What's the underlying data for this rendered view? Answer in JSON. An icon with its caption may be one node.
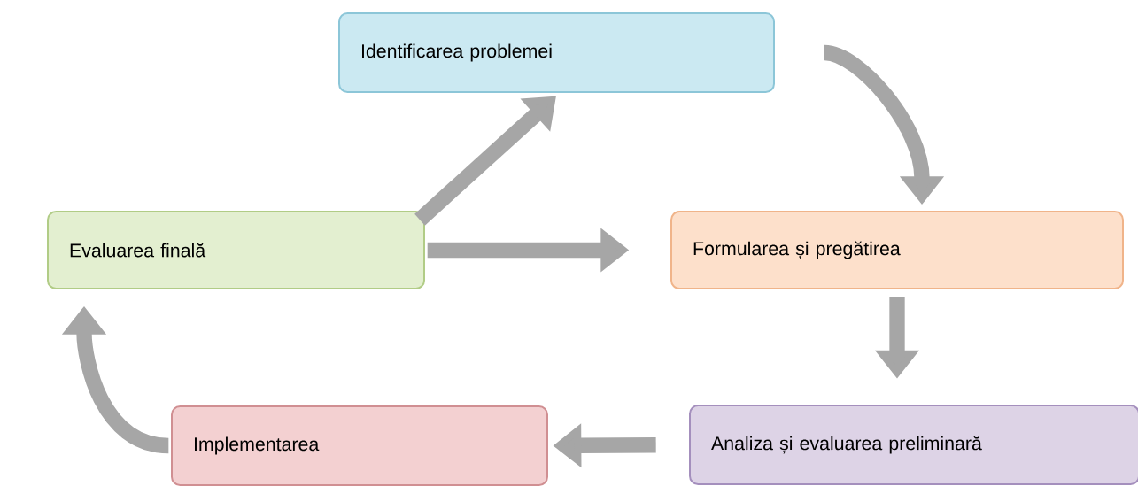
{
  "diagram": {
    "nodes": [
      {
        "text": [
          "Identificarea problemei"
        ]
      },
      {
        "text": [
          "Formularea și pregătirea"
        ]
      },
      {
        "text": [
          "Analiza și evaluarea preliminară"
        ]
      },
      {
        "text": [
          "Implementarea"
        ]
      },
      {
        "text": [
          "Evaluarea finală"
        ]
      }
    ],
    "edges": [
      {
        "from": 0,
        "to": 1,
        "arrow": "to"
      },
      {
        "from": 1,
        "to": 2,
        "arrow": "to"
      },
      {
        "from": 2,
        "to": 3,
        "arrow": "to"
      },
      {
        "from": 3,
        "to": 4,
        "arrow": "to"
      },
      {
        "from": 4,
        "to": 1,
        "arrow": "to"
      },
      {
        "from": 4,
        "to": 0,
        "arrow": "to"
      }
    ]
  }
}
